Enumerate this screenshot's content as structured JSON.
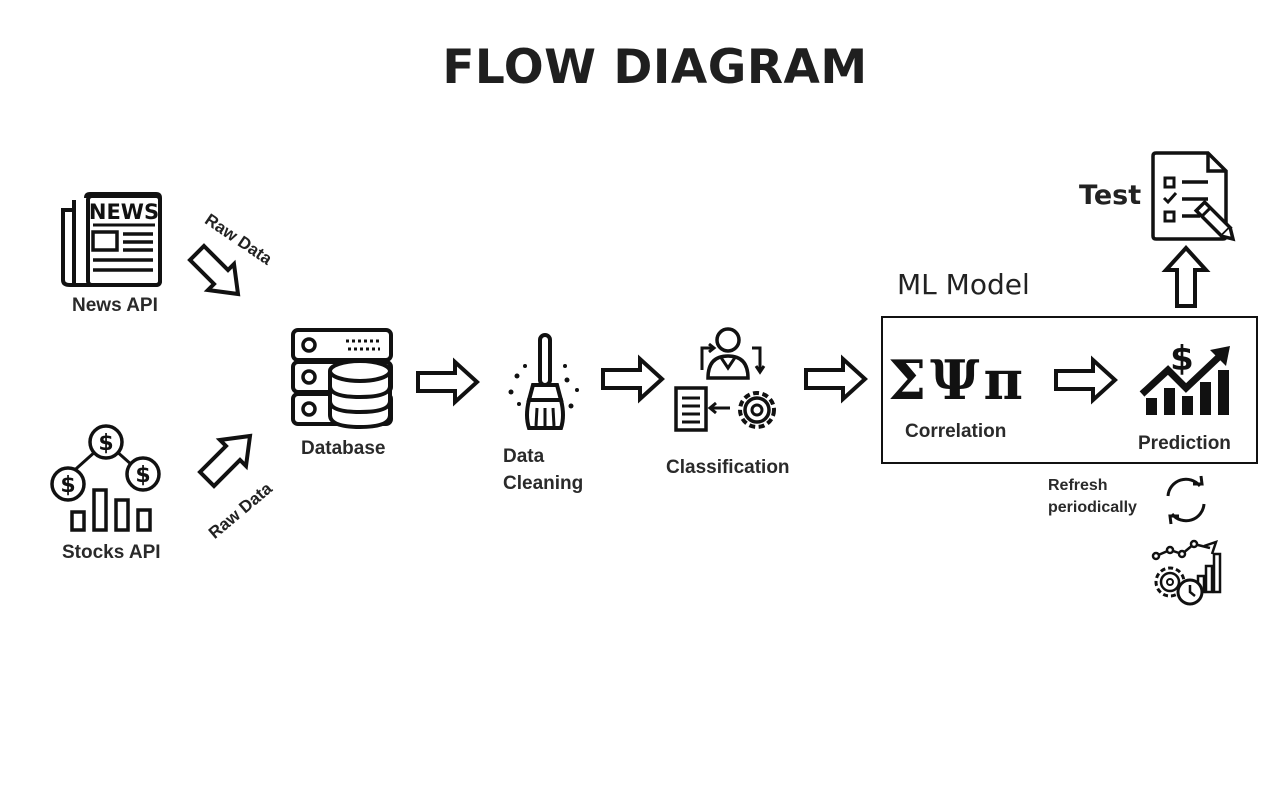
{
  "title": "FLOW DIAGRAM",
  "nodes": {
    "news_api": {
      "label": "News API",
      "icon": "newspaper-icon",
      "icon_text": "NEWS"
    },
    "stocks_api": {
      "label": "Stocks API",
      "icon": "stocks-icon"
    },
    "database": {
      "label": "Database",
      "icon": "database-icon"
    },
    "data_cleaning": {
      "label_line1": "Data",
      "label_line2": "Cleaning",
      "icon": "broom-icon"
    },
    "classification": {
      "label": "Classification",
      "icon": "classification-icon"
    },
    "ml_model": {
      "label": "ML Model"
    },
    "correlation": {
      "label": "Correlation",
      "symbols": "ΣΨπ"
    },
    "prediction": {
      "label": "Prediction",
      "icon": "growth-chart-icon"
    },
    "test": {
      "label": "Test",
      "icon": "checklist-icon"
    },
    "refresh": {
      "label_line1": "Refresh",
      "label_line2": "periodically",
      "icon": "refresh-icon"
    }
  },
  "edges": {
    "news_to_db": "Raw Data",
    "stocks_to_db": "Raw Data"
  },
  "colors": {
    "ink": "#111111",
    "text": "#222222",
    "background": "#ffffff"
  }
}
